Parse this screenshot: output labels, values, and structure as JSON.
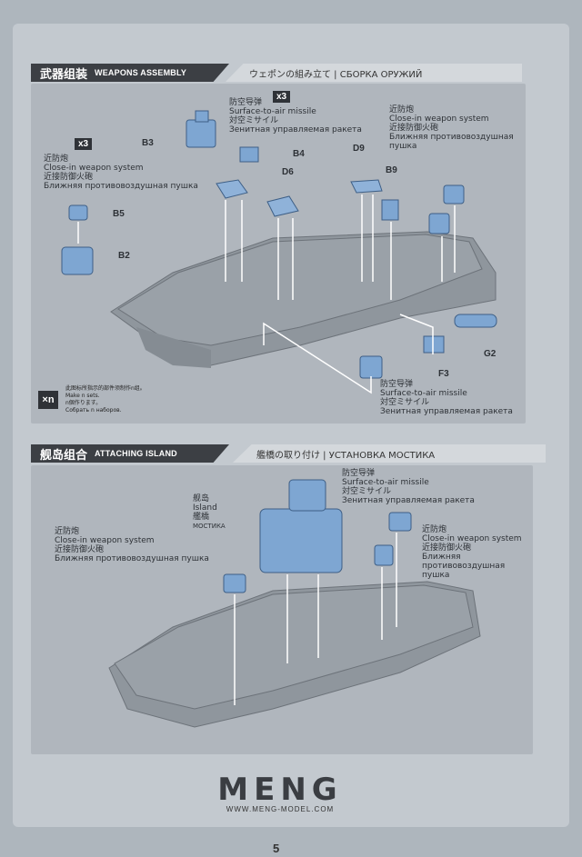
{
  "section1": {
    "title_cn": "武器组装",
    "title_en": "WEAPONS ASSEMBLY",
    "title_jp_ru": "ウェポンの組み立て | СБОРКА ОРУЖИЙ"
  },
  "section2": {
    "title_cn": "舰岛组合",
    "title_en": "ATTACHING ISLAND",
    "title_jp_ru": "艦橋の取り付け | УСТАНОВКА МОСТИКА"
  },
  "labels": {
    "sam_cn": "防空导弹",
    "sam_en": "Surface-to-air missile",
    "sam_jp": "対空ミサイル",
    "sam_ru": "Зенитная управляемая ракета",
    "ciws_cn": "近防炮",
    "ciws_en": "Close-in weapon system",
    "ciws_jp": "近接防御火砲",
    "ciws_ru": "Ближняя противовоздушная пушка",
    "ciws_ru_1": "Ближняя",
    "ciws_ru_2": "противовоздушная",
    "ciws_ru_3": "пушка",
    "ciws_ru_1b": "Ближняя противовоздушная",
    "island_cn": "舰岛",
    "island_en": "Island",
    "island_jp": "艦橋",
    "island_ru": "МОСТИКА"
  },
  "parts": {
    "b3": "B3",
    "b4": "B4",
    "b5": "B5",
    "b2": "B2",
    "d6": "D6",
    "d9": "D9",
    "b9": "B9",
    "g2": "G2",
    "f3": "F3",
    "x3": "x3"
  },
  "note": {
    "badge": "×n",
    "cn": "此图标所指示的部件须制作n组。",
    "en": "Make n sets.",
    "jp": "n個作ります。",
    "ru": "Собрать n наборов."
  },
  "footer": {
    "brand": "MENG",
    "url": "WWW.MENG-MODEL.COM",
    "page_number": "5"
  }
}
